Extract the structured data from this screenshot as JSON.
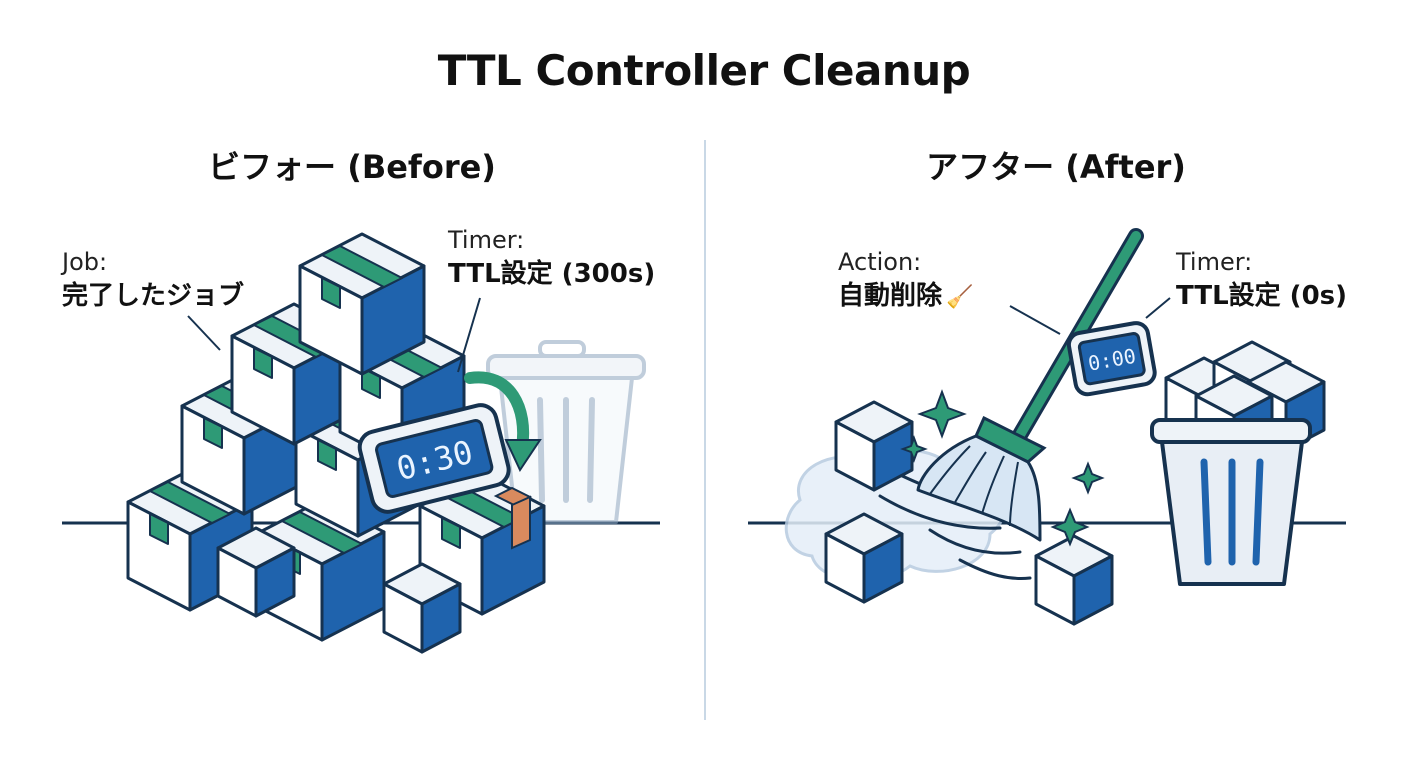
{
  "title": "TTL Controller Cleanup",
  "before": {
    "heading": "ビフォー (Before)",
    "job_caption": "Job:",
    "job_value": "完了したジョブ",
    "timer_caption": "Timer:",
    "timer_value": "TTL設定 (300s)",
    "clock_display": "0:30"
  },
  "after": {
    "heading": "アフター (After)",
    "action_caption": "Action:",
    "action_value": "自動削除",
    "action_icon": "broom-icon",
    "timer_caption": "Timer:",
    "timer_value": "TTL設定 (0s)",
    "clock_display": "0:00"
  },
  "colors": {
    "blue": "#1f63ad",
    "green": "#2e9a76",
    "outline": "#16324f",
    "box_face": "#eef3f8",
    "tape": "#d98a5e",
    "divider": "#c9d8e6"
  }
}
